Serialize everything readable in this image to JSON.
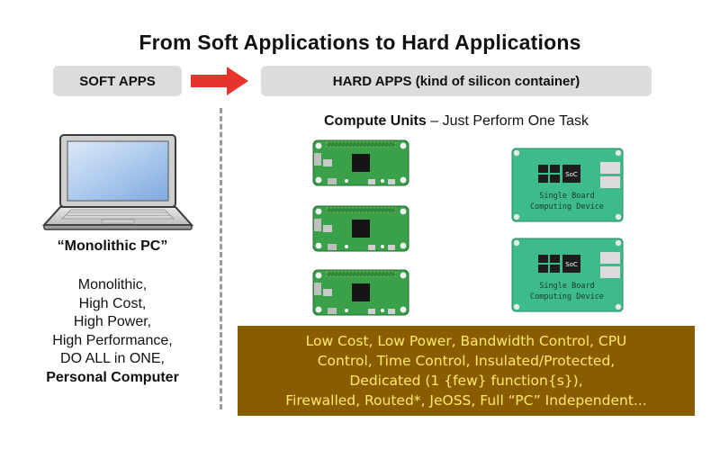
{
  "title": "From Soft Applications to Hard Applications",
  "soft_label": "SOFT APPS",
  "hard_label": "HARD APPS (kind of silicon container)",
  "compute": {
    "bold": "Compute Units",
    "rest": " – Just Perform One Task"
  },
  "monolithic": {
    "title": "“Monolithic PC”",
    "lines": [
      "Monolithic,",
      "High Cost,",
      "High Power,",
      "High Performance,",
      "DO ALL in ONE,"
    ],
    "last_line": "Personal Computer"
  },
  "sbc": {
    "chip_label": "SoC",
    "line1": "Single Board",
    "line2": "Computing Device"
  },
  "benefits": [
    "Low Cost, Low Power, Bandwidth Control, CPU",
    "Control, Time Control, Insulated/Protected,",
    "Dedicated (1 {few} function{s}),",
    "Firewalled, Routed*, JeOSS, Full “PC” Independent..."
  ],
  "colors": {
    "arrow": "#e8332c",
    "board": "#3aa14a",
    "sbc_board": "#3dbb8a",
    "banner_bg": "#8a5c00",
    "banner_text": "#ffe96a"
  }
}
